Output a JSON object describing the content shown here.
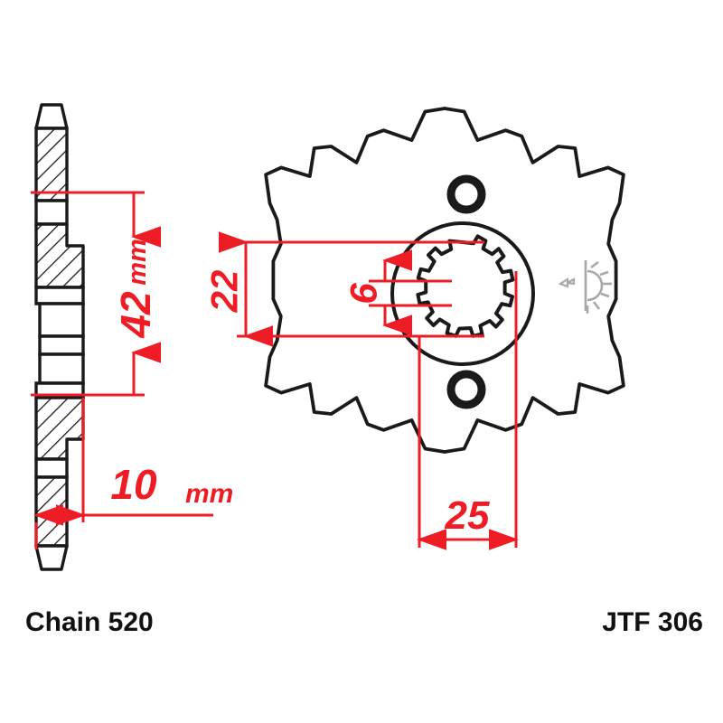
{
  "drawing": {
    "title_left": "Chain 520",
    "title_right": "JTF 306",
    "colors": {
      "outline": "#1a1a1a",
      "dimension": "#ee1c25",
      "watermark": "#a8a8a8",
      "background": "#ffffff"
    }
  },
  "dimensions": {
    "thickness": {
      "value": "10",
      "unit": "mm",
      "label": "10 mm",
      "view": "side",
      "orientation": "horizontal"
    },
    "outer_width": {
      "value": "42",
      "unit": "mm",
      "label": "42 mm",
      "view": "side",
      "orientation": "vertical-rotated"
    },
    "bore_height": {
      "value": "22",
      "unit": "",
      "label": "22",
      "view": "front",
      "orientation": "vertical-rotated"
    },
    "spline_gap": {
      "value": "6",
      "unit": "",
      "label": "6",
      "view": "front",
      "orientation": "vertical-rotated"
    },
    "bore_width": {
      "value": "25",
      "unit": "",
      "label": "25",
      "view": "front",
      "orientation": "horizontal"
    }
  },
  "views": {
    "side_view": {
      "name": "side-section-view",
      "description": "hatched cross section"
    },
    "front_view": {
      "name": "front-sprocket-view",
      "teeth": 15,
      "mounting_holes": 2
    }
  },
  "watermark": {
    "name": "sun-burst-mark"
  }
}
